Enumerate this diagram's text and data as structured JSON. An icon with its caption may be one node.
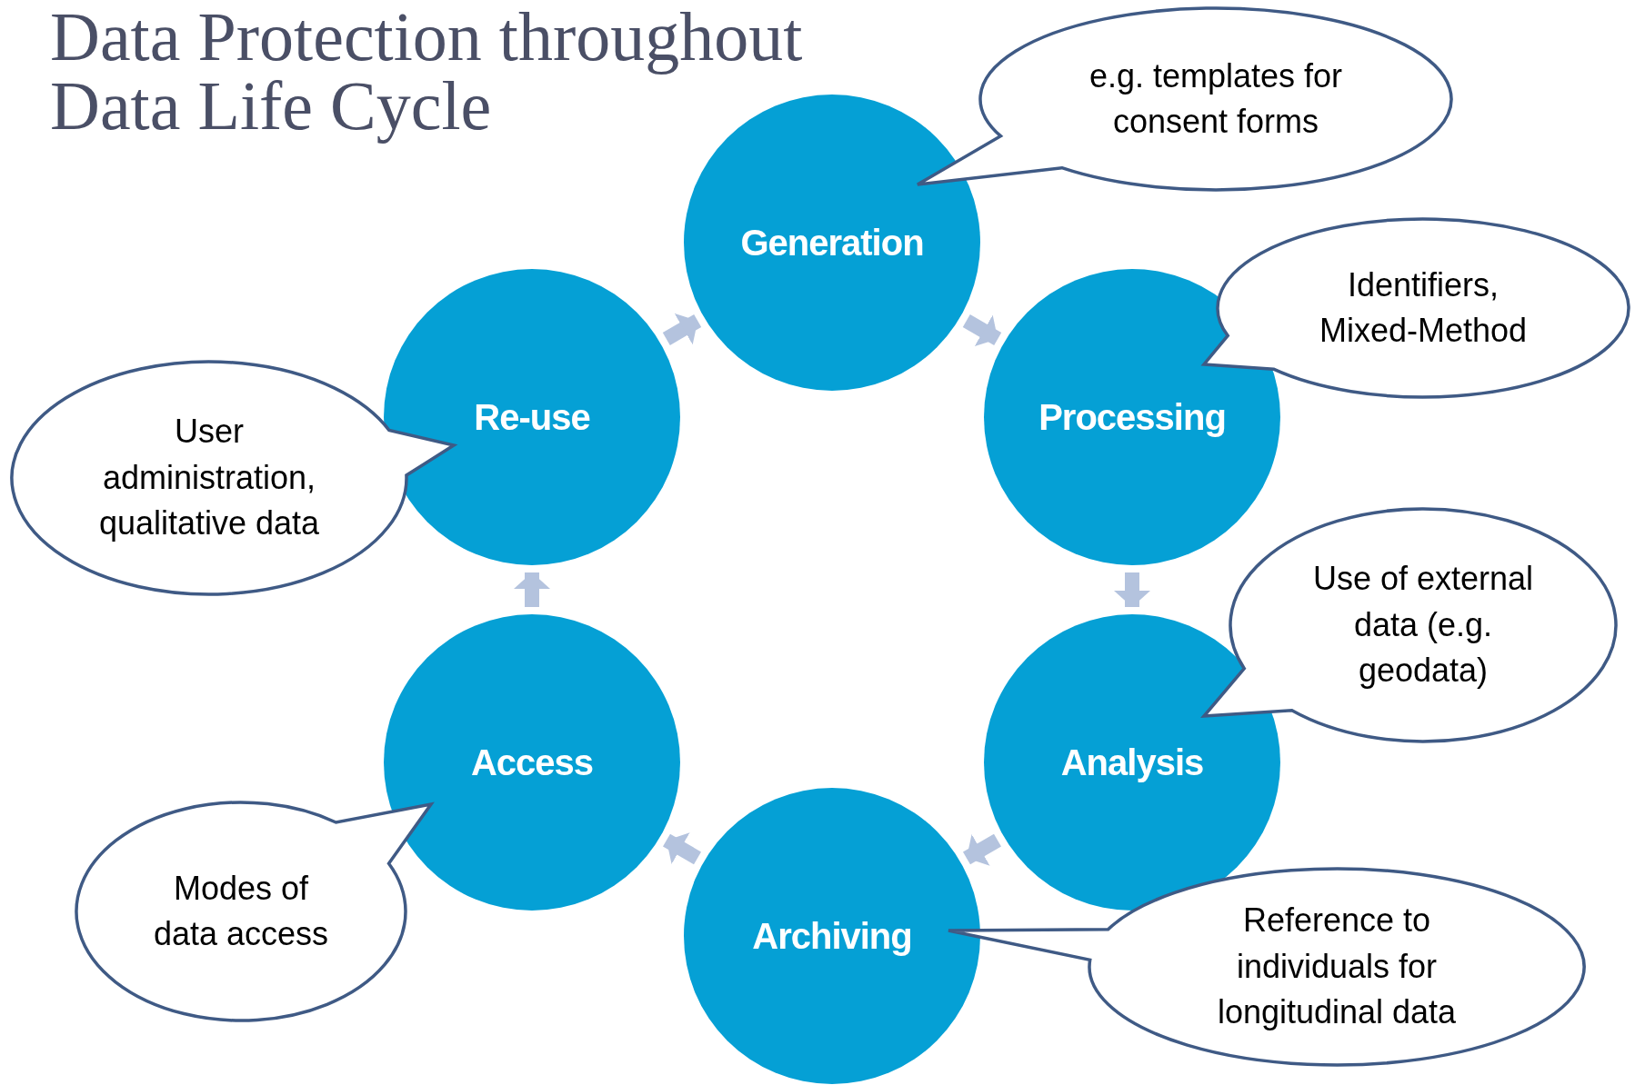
{
  "diagram": {
    "title": "Data Protection throughout Data Life Cycle",
    "nodes": [
      {
        "text": [
          "Generation"
        ]
      },
      {
        "text": [
          "Processing"
        ]
      },
      {
        "text": [
          "Analysis"
        ]
      },
      {
        "text": [
          "Archiving"
        ]
      },
      {
        "text": [
          "Access"
        ]
      },
      {
        "text": [
          "Re-use"
        ]
      },
      {
        "text": [
          "e.g. templates for consent forms"
        ]
      },
      {
        "text": [
          "Identifiers, Mixed-Method"
        ]
      },
      {
        "text": [
          "Use of external data (e.g. geodata)"
        ]
      },
      {
        "text": [
          "Reference to individuals for longitudinal data"
        ]
      },
      {
        "text": [
          "Modes of data access"
        ]
      },
      {
        "text": [
          "User administration, qualitative data"
        ]
      }
    ],
    "edges": [
      {
        "from": 0,
        "to": 1,
        "arrow": "to"
      },
      {
        "from": 1,
        "to": 2,
        "arrow": "to"
      },
      {
        "from": 2,
        "to": 3,
        "arrow": "to"
      },
      {
        "from": 3,
        "to": 4,
        "arrow": "to"
      },
      {
        "from": 4,
        "to": 5,
        "arrow": "to"
      },
      {
        "from": 5,
        "to": 0,
        "arrow": "to"
      }
    ]
  }
}
